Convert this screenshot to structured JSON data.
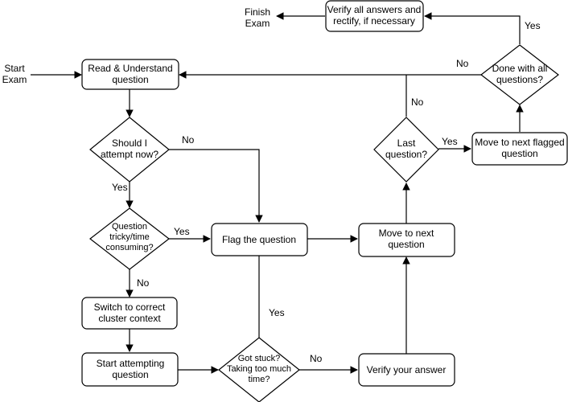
{
  "nodes": {
    "start": {
      "lines": [
        "Start",
        "Exam"
      ]
    },
    "read": {
      "lines": [
        "Read & Understand",
        "question"
      ]
    },
    "should_attempt": {
      "lines": [
        "Should I",
        "attempt now?"
      ]
    },
    "tricky": {
      "lines": [
        "Question",
        "tricky/time",
        "consuming?"
      ]
    },
    "switch": {
      "lines": [
        "Switch to correct",
        "cluster context"
      ]
    },
    "start_attempt": {
      "lines": [
        "Start attempting",
        "question"
      ]
    },
    "flag": {
      "lines": [
        "Flag the question"
      ]
    },
    "stuck": {
      "lines": [
        "Got stuck?",
        "Taking too much",
        "time?"
      ]
    },
    "verify_answer": {
      "lines": [
        "Verify your answer"
      ]
    },
    "next_q": {
      "lines": [
        "Move to next",
        "question"
      ]
    },
    "last_q": {
      "lines": [
        "Last",
        "question?"
      ]
    },
    "next_flagged": {
      "lines": [
        "Move to next flagged",
        "question"
      ]
    },
    "done_all": {
      "lines": [
        "Done with all",
        "questions?"
      ]
    },
    "verify_all": {
      "lines": [
        "Verify all answers and",
        "rectify, if necessary"
      ]
    },
    "finish": {
      "lines": [
        "Finish",
        "Exam"
      ]
    }
  },
  "edge_labels": {
    "should_no": "No",
    "should_yes": "Yes",
    "tricky_yes": "Yes",
    "tricky_no": "No",
    "stuck_yes": "Yes",
    "stuck_no": "No",
    "last_no": "No",
    "last_yes": "Yes",
    "done_no": "No",
    "done_yes": "Yes"
  },
  "colors": {
    "stroke": "#000000",
    "fill": "#ffffff",
    "text": "#000000"
  }
}
